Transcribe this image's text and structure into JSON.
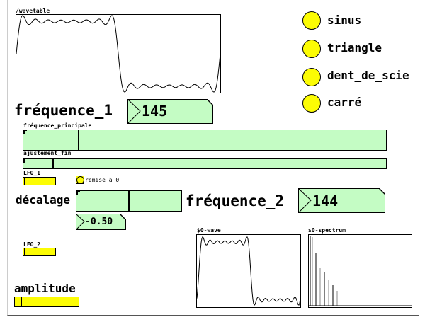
{
  "wavetable": {
    "label": "/wavetable"
  },
  "toggles": [
    {
      "label": "sinus"
    },
    {
      "label": "triangle"
    },
    {
      "label": "dent_de_scie"
    },
    {
      "label": "carré"
    }
  ],
  "freq1": {
    "label": "fréquence_1",
    "value": "145"
  },
  "freq_principale": {
    "label": "fréquence_principale",
    "value": 0.15
  },
  "ajustement": {
    "label": "ajustement_fin",
    "value": 0.08
  },
  "lfo1": {
    "label": "LFO_1"
  },
  "remise": {
    "label": "remise_à_0"
  },
  "decalage": {
    "label": "décalage",
    "value": "-0.50",
    "slider": 0.5
  },
  "freq2": {
    "label": "fréquence_2",
    "value": "144"
  },
  "lfo2": {
    "label": "LFO_2"
  },
  "amplitude": {
    "label": "amplitude"
  },
  "wave": {
    "label": "$0-wave"
  },
  "spectrum": {
    "label": "$0-spectrum"
  },
  "colors": {
    "green": "#c4fcc4",
    "yellow": "#fcfc04"
  }
}
